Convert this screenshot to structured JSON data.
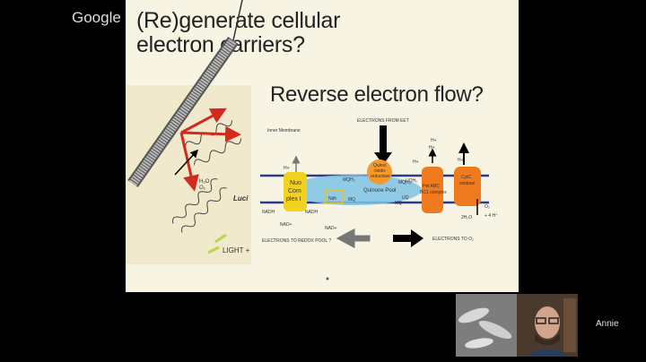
{
  "header": {
    "logo_text": "Google"
  },
  "slide": {
    "title_line1": "(Re)generate cellular",
    "title_line2": "electron carriers?",
    "subtitle": "Reverse electron flow?",
    "left_figure": {
      "label_h2o": "H₂O",
      "label_o2": "O₂",
      "label_luci": "Luci",
      "label_light": "LIGHT +"
    },
    "diagram": {
      "electrons_from_eet": "ELECTRONS FROM EET",
      "inner_membrane": "Inner Membrane",
      "quinol_line1": "Quinol",
      "quinol_line2": "oxido-",
      "quinol_line3": "reductase",
      "quinone_pool": "Quinone Pool",
      "nuo_line1": "Nuo",
      "nuo_line2": "Com",
      "nuo_line3": "plex I",
      "ndh": "Ndh",
      "mq": "MQ",
      "mqh2_left": "MQH₂",
      "mqh2_right": "MQH₂",
      "uq": "UQ",
      "uqh2": "UQH₂",
      "mq_right": "MQ",
      "pet_line1": "Pet ABC",
      "pet_line2": "BC1 complex",
      "cyto_line1": "CytC",
      "cyto_line2": "oxidase",
      "nadh_left": "NADH",
      "nad_left": "NAD+",
      "nadh_mid": "NADH",
      "nad_mid": "NAD+",
      "h_plus": "H+",
      "o2": "O₂",
      "four_h": "+ 4 H⁺",
      "two_h2o": "2H₂O",
      "electrons_to_redox": "ELECTRONS TO REDOX POOL ?",
      "electrons_to_o2": "ELECTRONS TO O₂"
    }
  },
  "video": {
    "participant_name": "Annie"
  },
  "colors": {
    "slide_bg": "#f7f4e4",
    "nuo": "#f2d21e",
    "quinol": "#f29a2e",
    "pet": "#f07a1e",
    "cyto": "#f07a1e",
    "membrane": "#2b3a8c",
    "red_arrow": "#d42a1e",
    "quinone_pool": "#7ec3e6"
  }
}
